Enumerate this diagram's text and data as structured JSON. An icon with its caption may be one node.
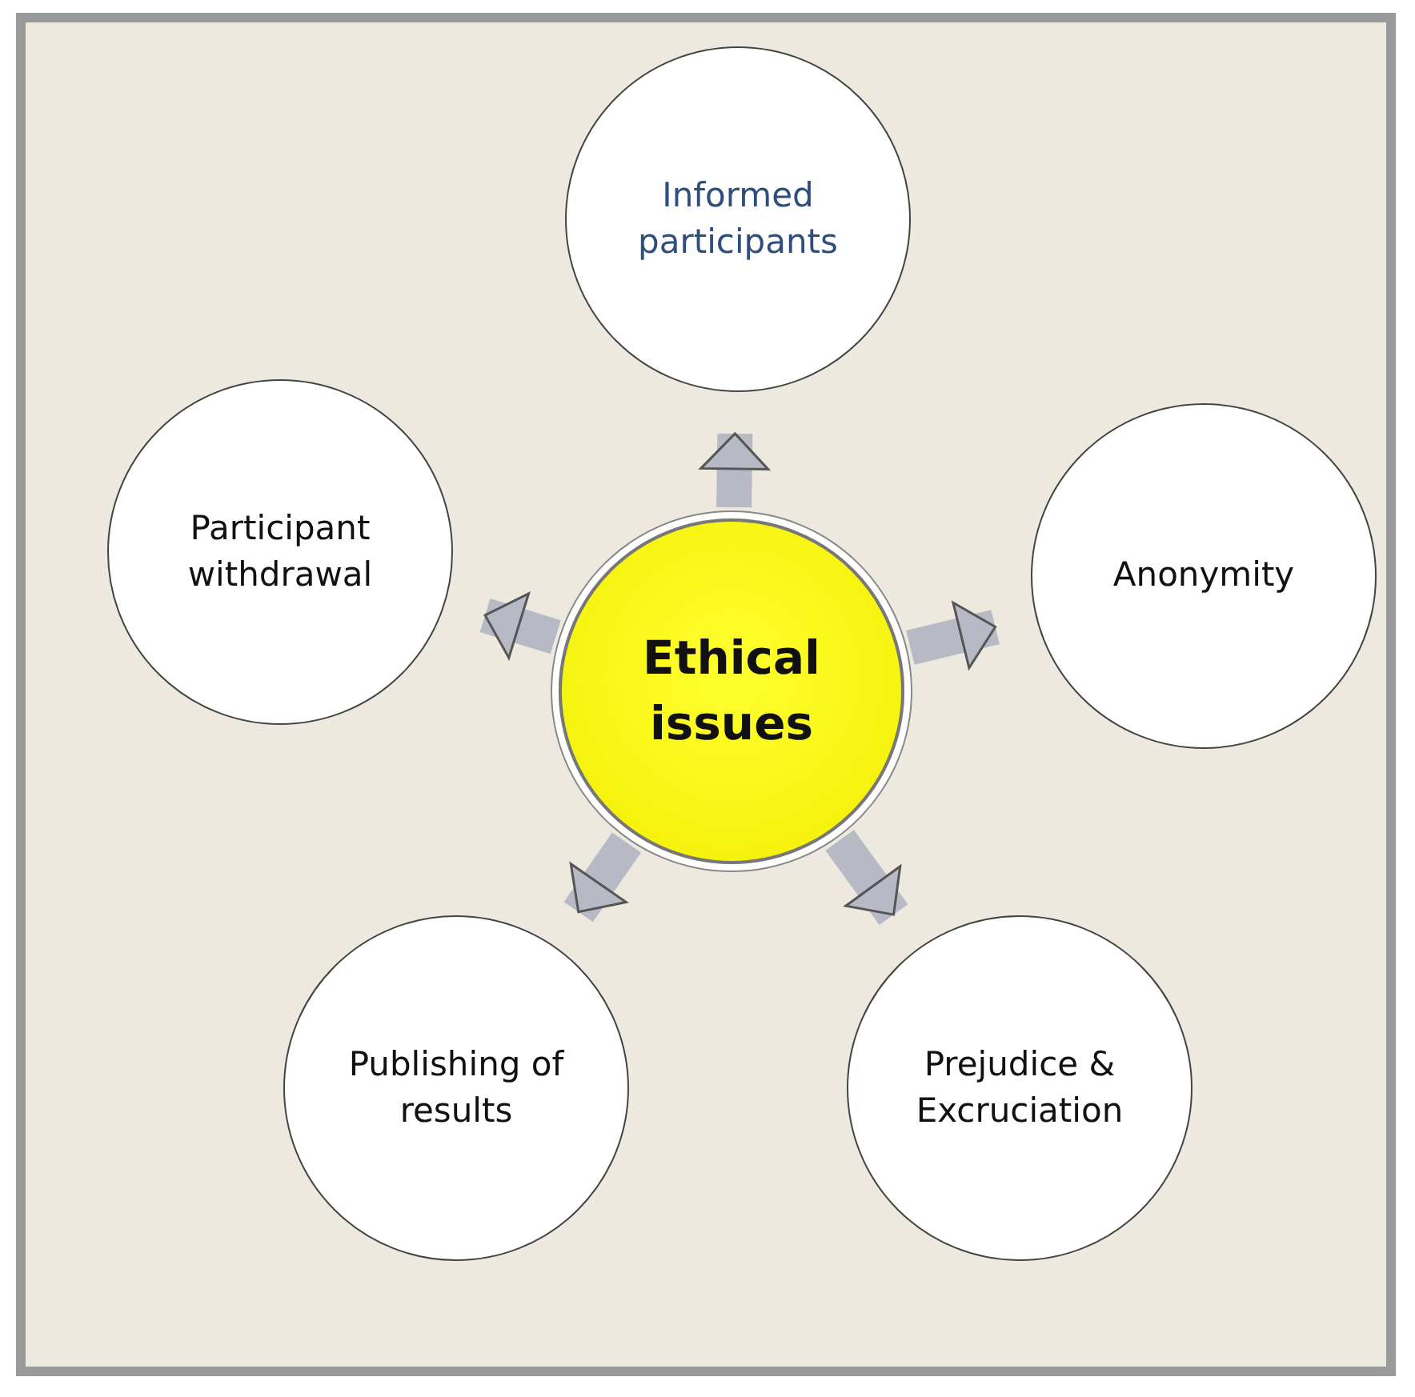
{
  "diagram": {
    "nodes": [
      {
        "text": [
          "Informed participants"
        ]
      },
      {
        "text": [
          "Participant withdrawal"
        ]
      },
      {
        "text": [
          "Ethical issues"
        ]
      },
      {
        "text": [
          "Anonymity"
        ]
      },
      {
        "text": [
          "Publishing of results"
        ]
      },
      {
        "text": [
          "Prejudice & Excruciation"
        ]
      }
    ],
    "edges": [
      {
        "from": 2,
        "to": 0,
        "arrow": "to"
      },
      {
        "from": 2,
        "to": 3,
        "arrow": "to"
      },
      {
        "from": 2,
        "to": 5,
        "arrow": "to"
      },
      {
        "from": 2,
        "to": 4,
        "arrow": "to"
      },
      {
        "from": 2,
        "to": 1,
        "arrow": "to"
      }
    ]
  }
}
